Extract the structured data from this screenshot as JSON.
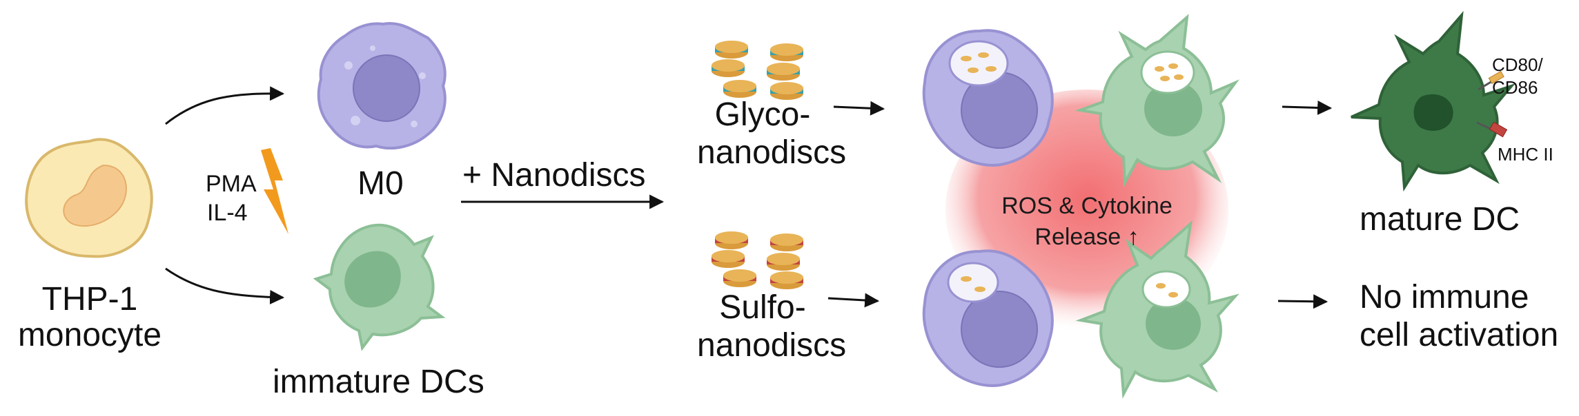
{
  "labels": {
    "thp1": "THP-1",
    "monocyte": "monocyte",
    "pma": "PMA",
    "il4": "IL-4",
    "m0": "M0",
    "immature_dcs": "immature DCs",
    "plus_nanodiscs": "+ Nanodiscs",
    "glyco_1": "Glyco-",
    "glyco_2": "nanodiscs",
    "sulfo_1": "Sulfo-",
    "sulfo_2": "nanodiscs",
    "ros_1": "ROS & Cytokine",
    "ros_2": "Release ↑",
    "cd80": "CD80/",
    "cd86": "CD86",
    "mhc": "MHC II",
    "mature_dc": "mature DC",
    "no_immune_1": "No immune",
    "no_immune_2": "cell activation"
  },
  "colors": {
    "monocyte_fill": "#fbe9b4",
    "monocyte_nucleus": "#f5c98d",
    "macrophage_fill": "#b7b3e6",
    "macrophage_nucleus": "#8e88c9",
    "dc_fill": "#a9d2b0",
    "dc_nucleus": "#7fb68b",
    "mature_dc_fill": "#3e7a48",
    "mature_dc_nucleus": "#21522b",
    "glow": "#f26f72",
    "bolt": "#f29a1e",
    "glyco_stripe": "#3aa0a8",
    "sulfo_stripe": "#c2453f",
    "disc_gold": "#e8b457"
  },
  "icons": [
    "lightning-bolt-icon",
    "arrow-icon",
    "nanodisc-icon",
    "cell-icon"
  ]
}
